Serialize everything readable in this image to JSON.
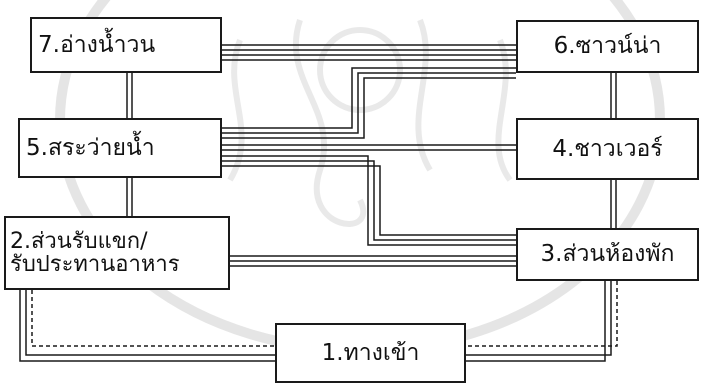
{
  "diagram": {
    "nodes": {
      "n1": {
        "label": "1.ทางเข้า"
      },
      "n2": {
        "label_line1": "2.ส่วนรับแขก/",
        "label_line2": "รับประทานอาหาร"
      },
      "n3": {
        "label": "3.ส่วนห้องพัก"
      },
      "n4": {
        "label": "4.ชาวเวอร์"
      },
      "n5": {
        "label": "5.สระว่ายน้ำ"
      },
      "n6": {
        "label": "6.ซาวน์น่า"
      },
      "n7": {
        "label": "7.อ่างน้ำวน"
      }
    },
    "connections": [
      {
        "from": "n7",
        "to": "n6"
      },
      {
        "from": "n7",
        "to": "n5"
      },
      {
        "from": "n5",
        "to": "n6"
      },
      {
        "from": "n5",
        "to": "n4"
      },
      {
        "from": "n5",
        "to": "n3"
      },
      {
        "from": "n5",
        "to": "n2"
      },
      {
        "from": "n6",
        "to": "n4"
      },
      {
        "from": "n4",
        "to": "n3"
      },
      {
        "from": "n2",
        "to": "n3"
      },
      {
        "from": "n2",
        "to": "n1"
      },
      {
        "from": "n3",
        "to": "n1"
      }
    ],
    "colors": {
      "line": "#1a1a1a",
      "watermark": "#cfcfcf"
    }
  }
}
